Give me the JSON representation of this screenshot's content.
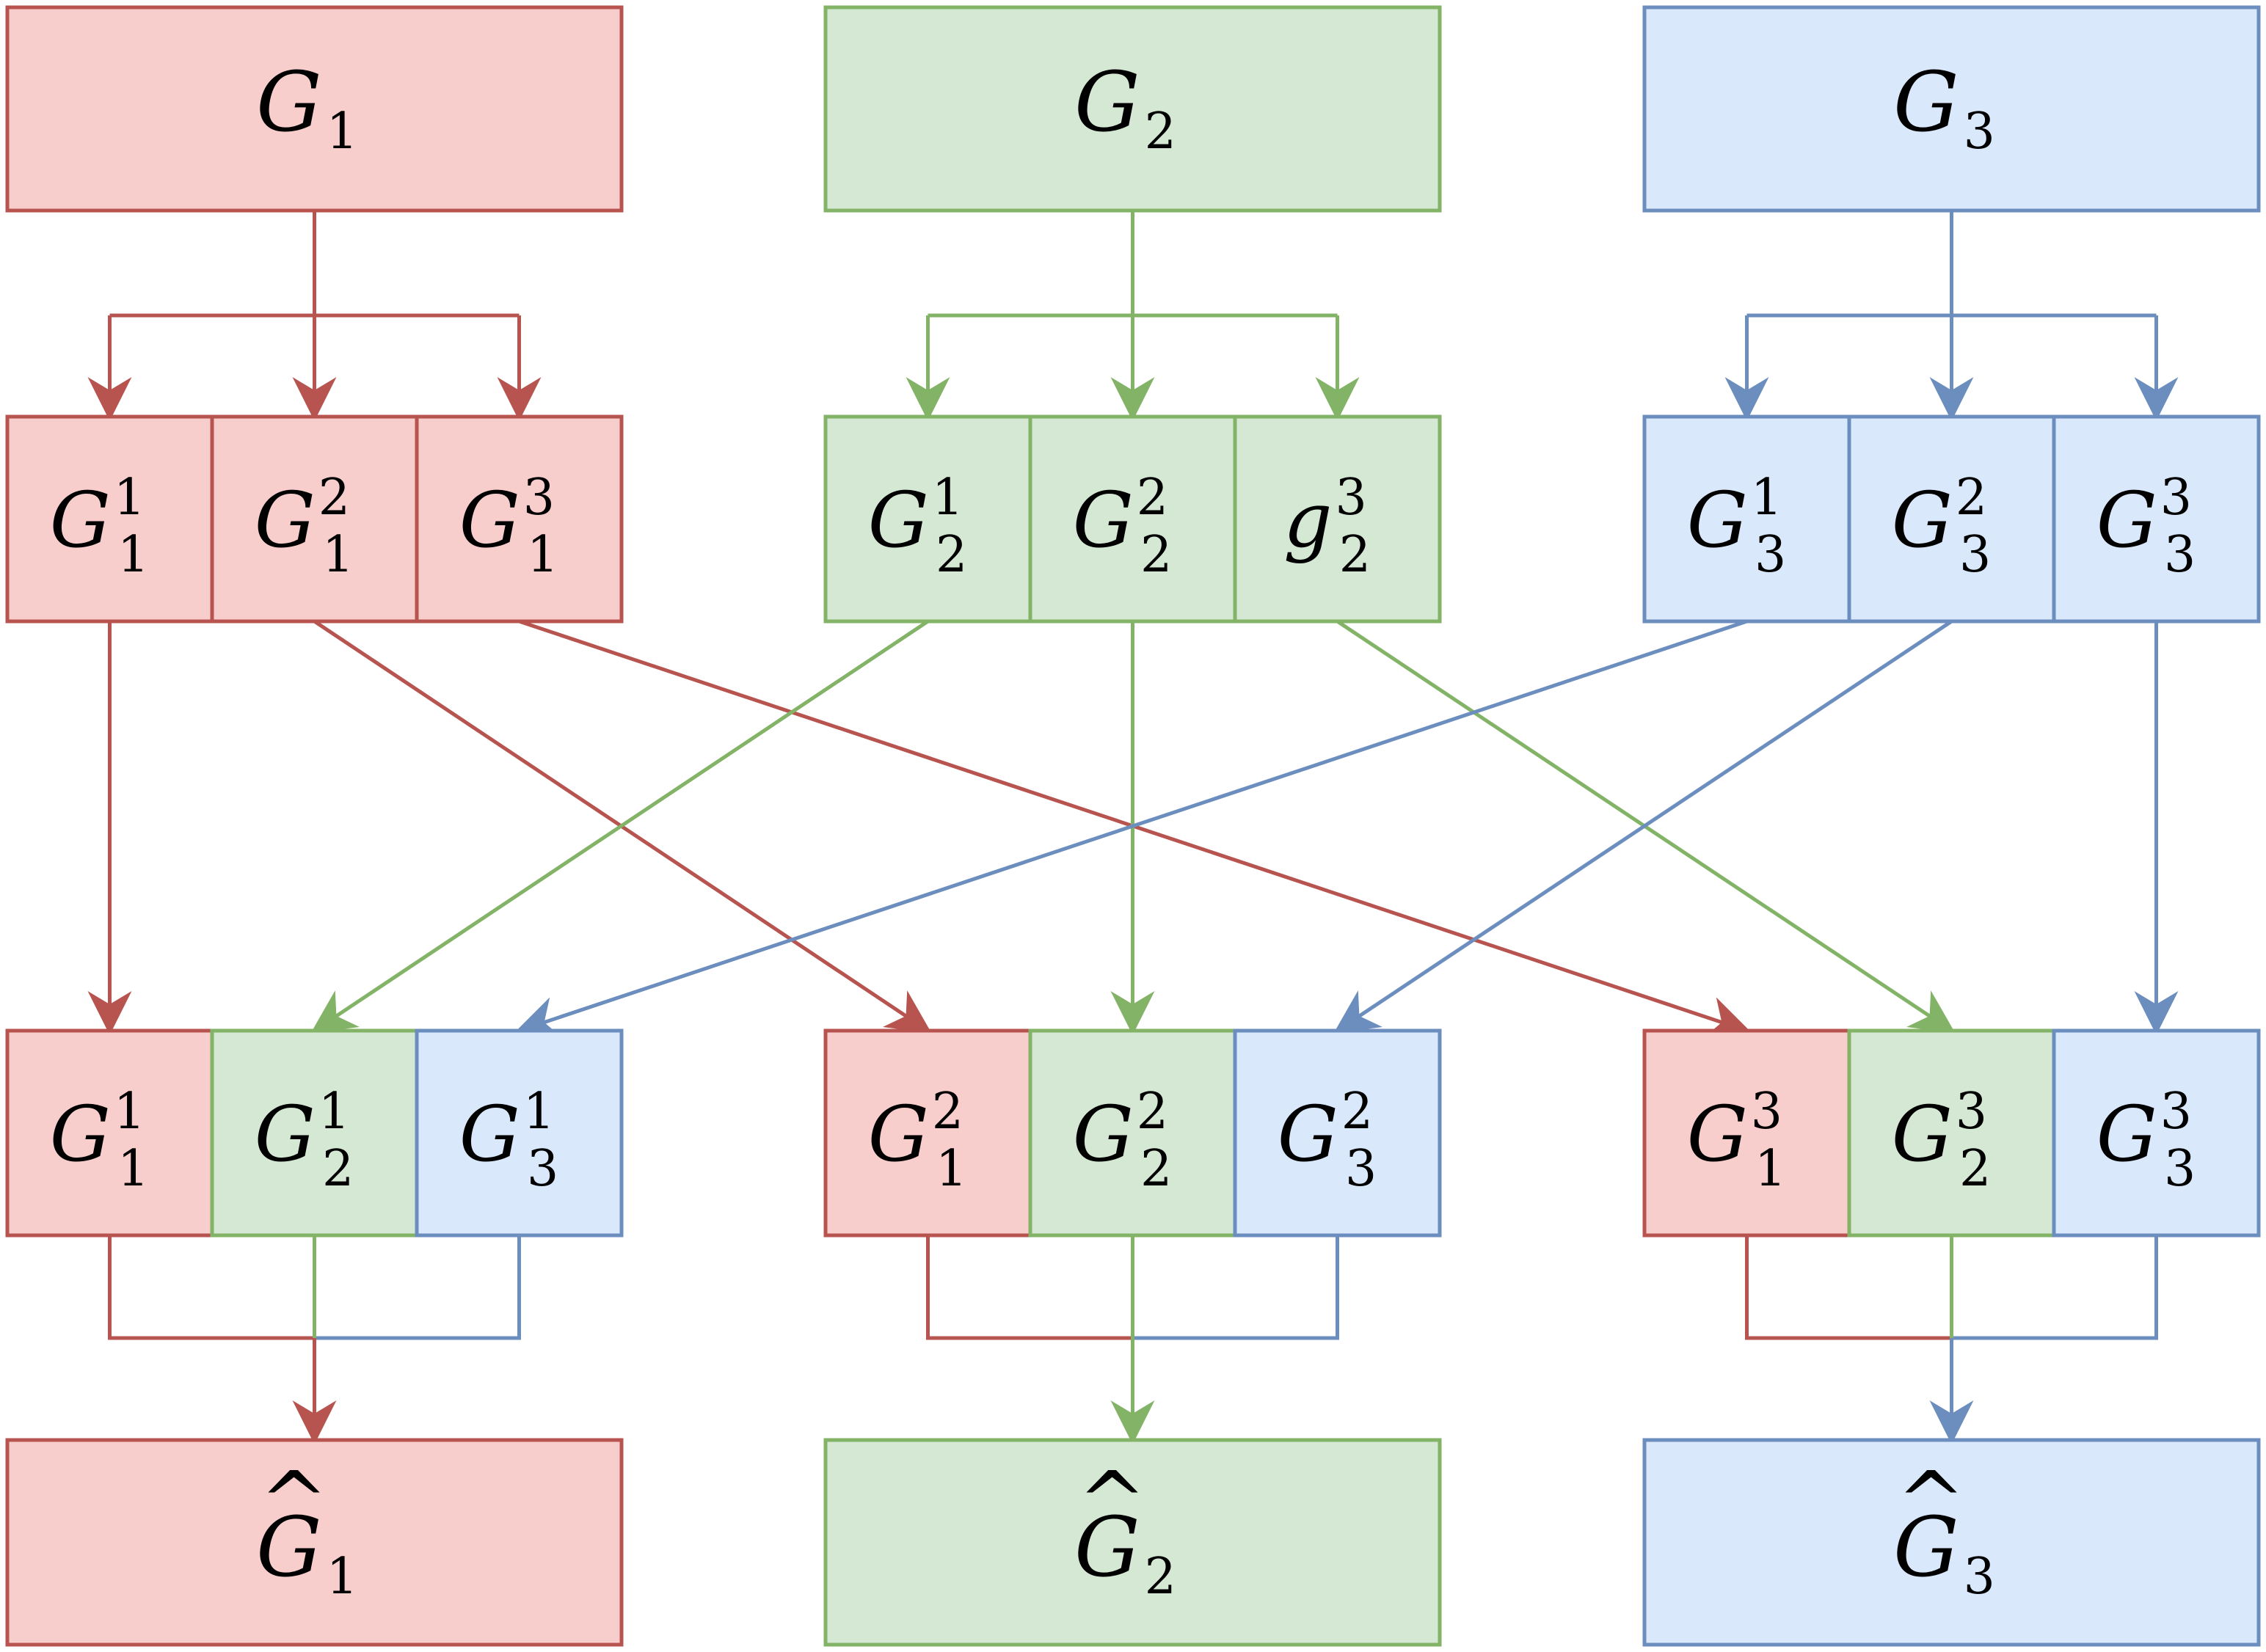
{
  "colors": {
    "red": {
      "fill": "#f8cecc",
      "stroke": "#b85450"
    },
    "green": {
      "fill": "#d5e8d4",
      "stroke": "#82b366"
    },
    "blue": {
      "fill": "#dae8fc",
      "stroke": "#6c8ebf"
    }
  },
  "top_blocks": [
    {
      "color": "red",
      "base": "G",
      "sub": "1",
      "sup": ""
    },
    {
      "color": "green",
      "base": "G",
      "sub": "2",
      "sup": ""
    },
    {
      "color": "blue",
      "base": "G",
      "sub": "3",
      "sup": ""
    }
  ],
  "split_groups": [
    {
      "color": "red",
      "cells": [
        {
          "base": "G",
          "sub": "1",
          "sup": "1"
        },
        {
          "base": "G",
          "sub": "1",
          "sup": "2"
        },
        {
          "base": "G",
          "sub": "1",
          "sup": "3"
        }
      ]
    },
    {
      "color": "green",
      "cells": [
        {
          "base": "G",
          "sub": "2",
          "sup": "1"
        },
        {
          "base": "G",
          "sub": "2",
          "sup": "2"
        },
        {
          "base": "g",
          "sub": "2",
          "sup": "3"
        }
      ]
    },
    {
      "color": "blue",
      "cells": [
        {
          "base": "G",
          "sub": "3",
          "sup": "1"
        },
        {
          "base": "G",
          "sub": "3",
          "sup": "2"
        },
        {
          "base": "G",
          "sub": "3",
          "sup": "3"
        }
      ]
    }
  ],
  "gathered_groups": [
    {
      "cells": [
        {
          "color": "red",
          "base": "G",
          "sub": "1",
          "sup": "1"
        },
        {
          "color": "green",
          "base": "G",
          "sub": "2",
          "sup": "1"
        },
        {
          "color": "blue",
          "base": "G",
          "sub": "3",
          "sup": "1"
        }
      ]
    },
    {
      "cells": [
        {
          "color": "red",
          "base": "G",
          "sub": "1",
          "sup": "2"
        },
        {
          "color": "green",
          "base": "G",
          "sub": "2",
          "sup": "2"
        },
        {
          "color": "blue",
          "base": "G",
          "sub": "3",
          "sup": "2"
        }
      ]
    },
    {
      "cells": [
        {
          "color": "red",
          "base": "G",
          "sub": "1",
          "sup": "3"
        },
        {
          "color": "green",
          "base": "G",
          "sub": "2",
          "sup": "3"
        },
        {
          "color": "blue",
          "base": "G",
          "sub": "3",
          "sup": "3"
        }
      ]
    }
  ],
  "result_blocks": [
    {
      "color": "red",
      "base": "G",
      "hat": "^",
      "sub": "1",
      "sup": ""
    },
    {
      "color": "green",
      "base": "G",
      "hat": "^",
      "sub": "2",
      "sup": ""
    },
    {
      "color": "blue",
      "base": "G",
      "hat": "^",
      "sub": "3",
      "sup": ""
    }
  ]
}
